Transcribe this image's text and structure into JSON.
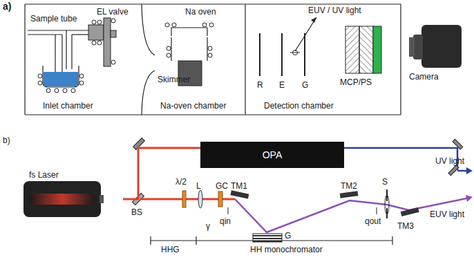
{
  "diagram": {
    "nodes": [
      {
        "text": [
          "OPA"
        ]
      },
      {
        "text": [
          "fs Laser"
        ]
      }
    ],
    "edges": [
      {
        "from": 1,
        "to": 0,
        "arrow": "none"
      }
    ],
    "labels": [
      "a)",
      "Sample tube",
      "EL valve",
      "Na oven",
      "EUV / UV light",
      "Skimmer",
      "R",
      "E",
      "G",
      "MCP/PS",
      "Camera",
      "Inlet chamber",
      "Na-oven chamber",
      "Detection chamber",
      "b)",
      "UV light",
      "BS",
      "λ/2",
      "L",
      "GC",
      "TM1",
      "TM2",
      "S",
      "qin",
      "γ",
      "G",
      "qout",
      "EUV light",
      "TM3",
      "HHG",
      "HH monochromator"
    ]
  }
}
